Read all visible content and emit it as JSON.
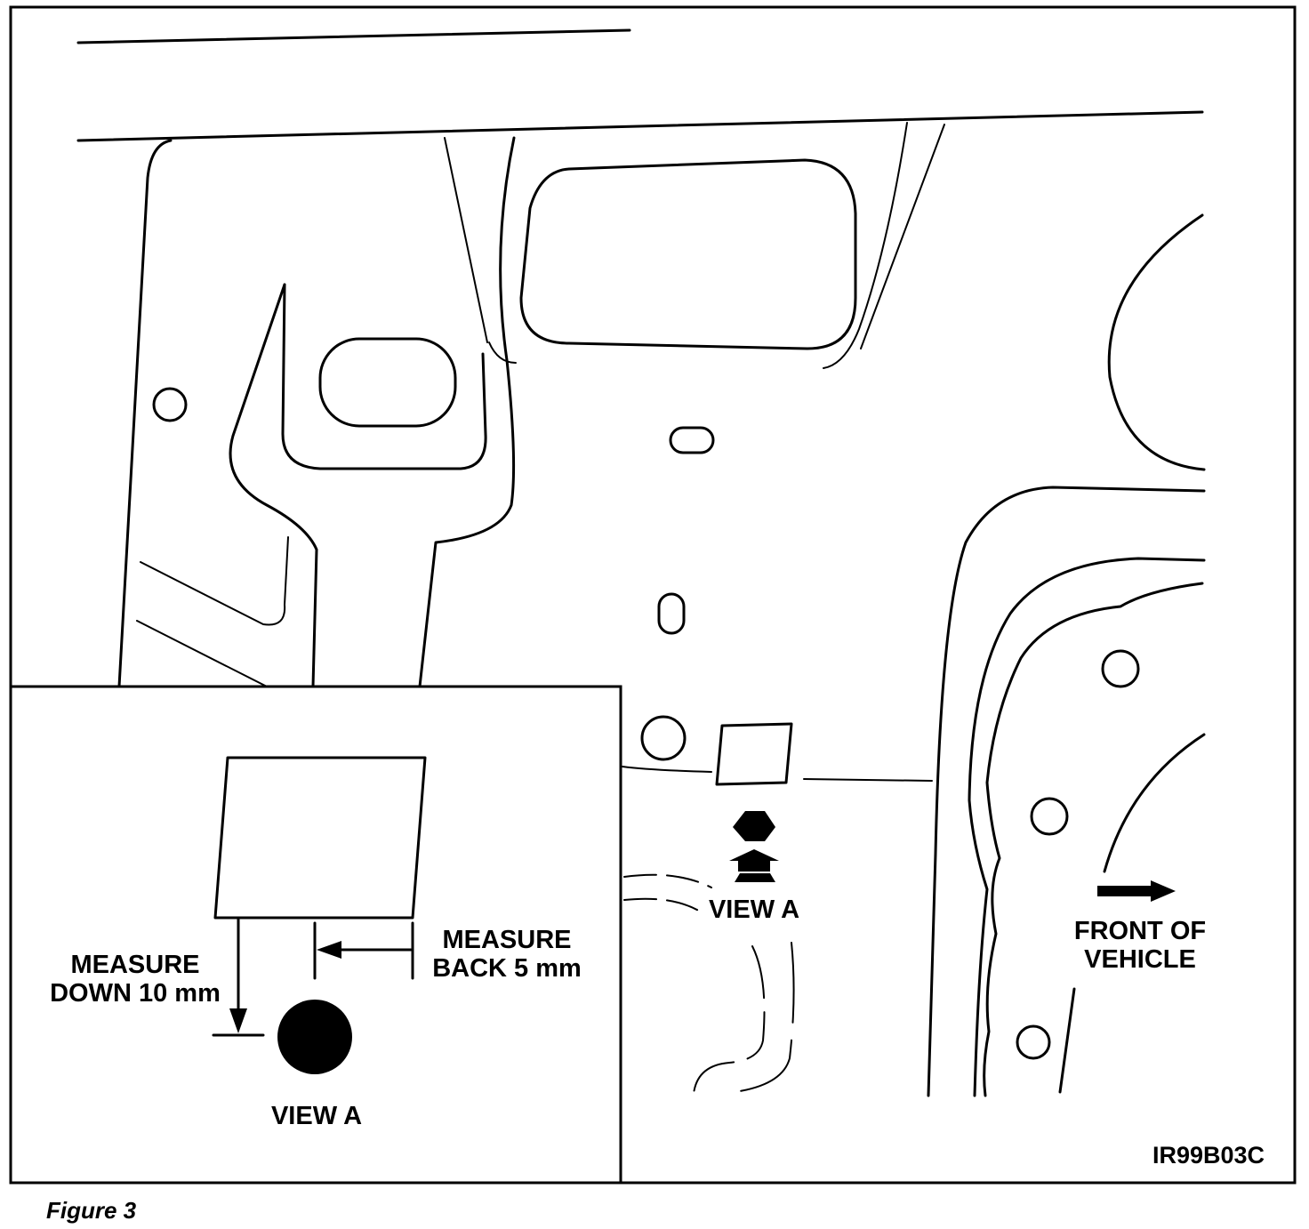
{
  "labels": {
    "view_a_main": "VIEW A",
    "front_line1": "FRONT OF",
    "front_line2": "VEHICLE",
    "measure_back_line1": "MEASURE",
    "measure_back_line2": "BACK 5 mm",
    "measure_down_line1": "MEASURE",
    "measure_down_line2": "DOWN 10 mm",
    "view_a_inset": "VIEW A",
    "figure_code": "IR99B03C"
  },
  "caption": "Figure 3",
  "colors": {
    "ink": "#000000",
    "paper": "#ffffff"
  }
}
